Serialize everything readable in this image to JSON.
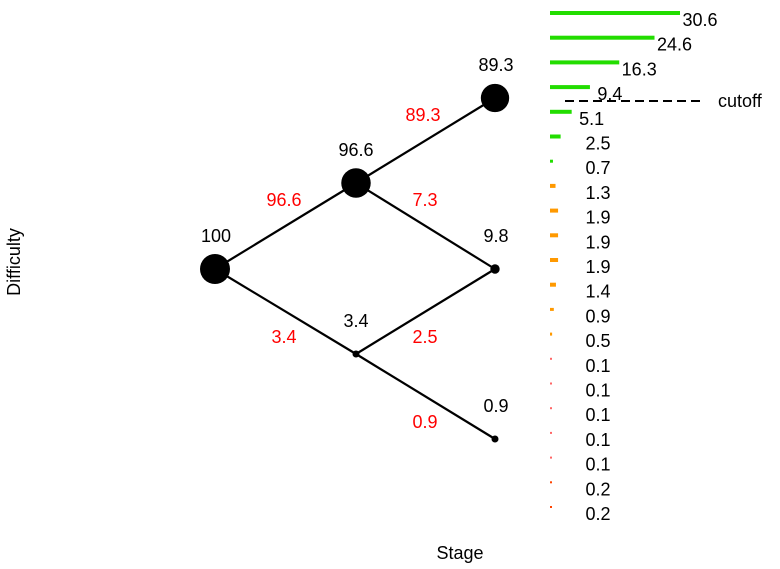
{
  "axes": {
    "xlabel": "Stage",
    "ylabel": "Difficulty"
  },
  "tree": {
    "nodes": [
      {
        "id": "root",
        "value": "100",
        "size": 100
      },
      {
        "id": "up1",
        "value": "96.6",
        "size": 96.6
      },
      {
        "id": "up2",
        "value": "89.3",
        "size": 89.3
      },
      {
        "id": "down1",
        "value": "3.4",
        "size": 3.4
      },
      {
        "id": "mid2",
        "value": "9.8",
        "size": 9.8
      },
      {
        "id": "down2",
        "value": "0.9",
        "size": 0.9
      }
    ],
    "edges": [
      {
        "from": "root",
        "to": "up1",
        "label": "96.6"
      },
      {
        "from": "up1",
        "to": "up2",
        "label": "89.3"
      },
      {
        "from": "up1",
        "to": "mid2",
        "label": "7.3"
      },
      {
        "from": "root",
        "to": "down1",
        "label": "3.4"
      },
      {
        "from": "down1",
        "to": "mid2",
        "label": "2.5"
      },
      {
        "from": "down1",
        "to": "down2",
        "label": "0.9"
      }
    ]
  },
  "bars": {
    "cutoff_label": "cutoff",
    "items": [
      {
        "value": 30.6,
        "label": "30.6",
        "color": "#22dd00"
      },
      {
        "value": 24.6,
        "label": "24.6",
        "color": "#22dd00"
      },
      {
        "value": 16.3,
        "label": "16.3",
        "color": "#22dd00"
      },
      {
        "value": 9.4,
        "label": "9.4",
        "color": "#22dd00"
      },
      {
        "value": 5.1,
        "label": "5.1",
        "color": "#22dd00"
      },
      {
        "value": 2.5,
        "label": "2.5",
        "color": "#22dd00"
      },
      {
        "value": 0.7,
        "label": "0.7",
        "color": "#22dd00"
      },
      {
        "value": 1.3,
        "label": "1.3",
        "color": "#ff9900"
      },
      {
        "value": 1.9,
        "label": "1.9",
        "color": "#ff9900"
      },
      {
        "value": 1.9,
        "label": "1.9",
        "color": "#ff9900"
      },
      {
        "value": 1.9,
        "label": "1.9",
        "color": "#ff9900"
      },
      {
        "value": 1.4,
        "label": "1.4",
        "color": "#ff9900"
      },
      {
        "value": 0.9,
        "label": "0.9",
        "color": "#ff9900"
      },
      {
        "value": 0.5,
        "label": "0.5",
        "color": "#ff9900"
      },
      {
        "value": 0.1,
        "label": "0.1",
        "color": "#ff6666"
      },
      {
        "value": 0.1,
        "label": "0.1",
        "color": "#ff6666"
      },
      {
        "value": 0.1,
        "label": "0.1",
        "color": "#ff6666"
      },
      {
        "value": 0.1,
        "label": "0.1",
        "color": "#ff6666"
      },
      {
        "value": 0.1,
        "label": "0.1",
        "color": "#ff6666"
      },
      {
        "value": 0.2,
        "label": "0.2",
        "color": "#ff4400"
      },
      {
        "value": 0.2,
        "label": "0.2",
        "color": "#ff4400"
      }
    ]
  },
  "colors": {
    "edge_label": "#ff0000",
    "node": "#000000",
    "cutoff_line": "#000000"
  }
}
